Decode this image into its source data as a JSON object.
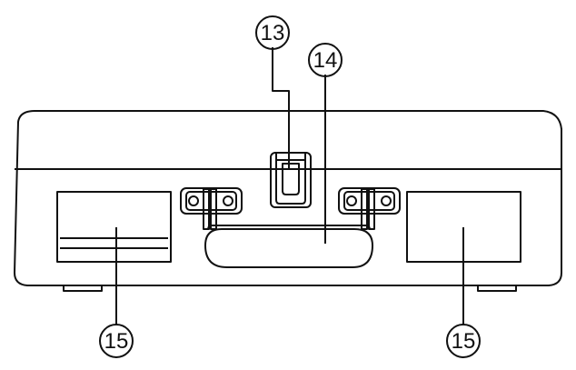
{
  "diagram": {
    "callouts": [
      {
        "id": "lid-latch",
        "label": "13"
      },
      {
        "id": "carry-handle",
        "label": "14"
      },
      {
        "id": "speaker-left",
        "label": "15"
      },
      {
        "id": "speaker-right",
        "label": "15"
      }
    ]
  },
  "colors": {
    "stroke": "#111111",
    "background": "#ffffff"
  }
}
